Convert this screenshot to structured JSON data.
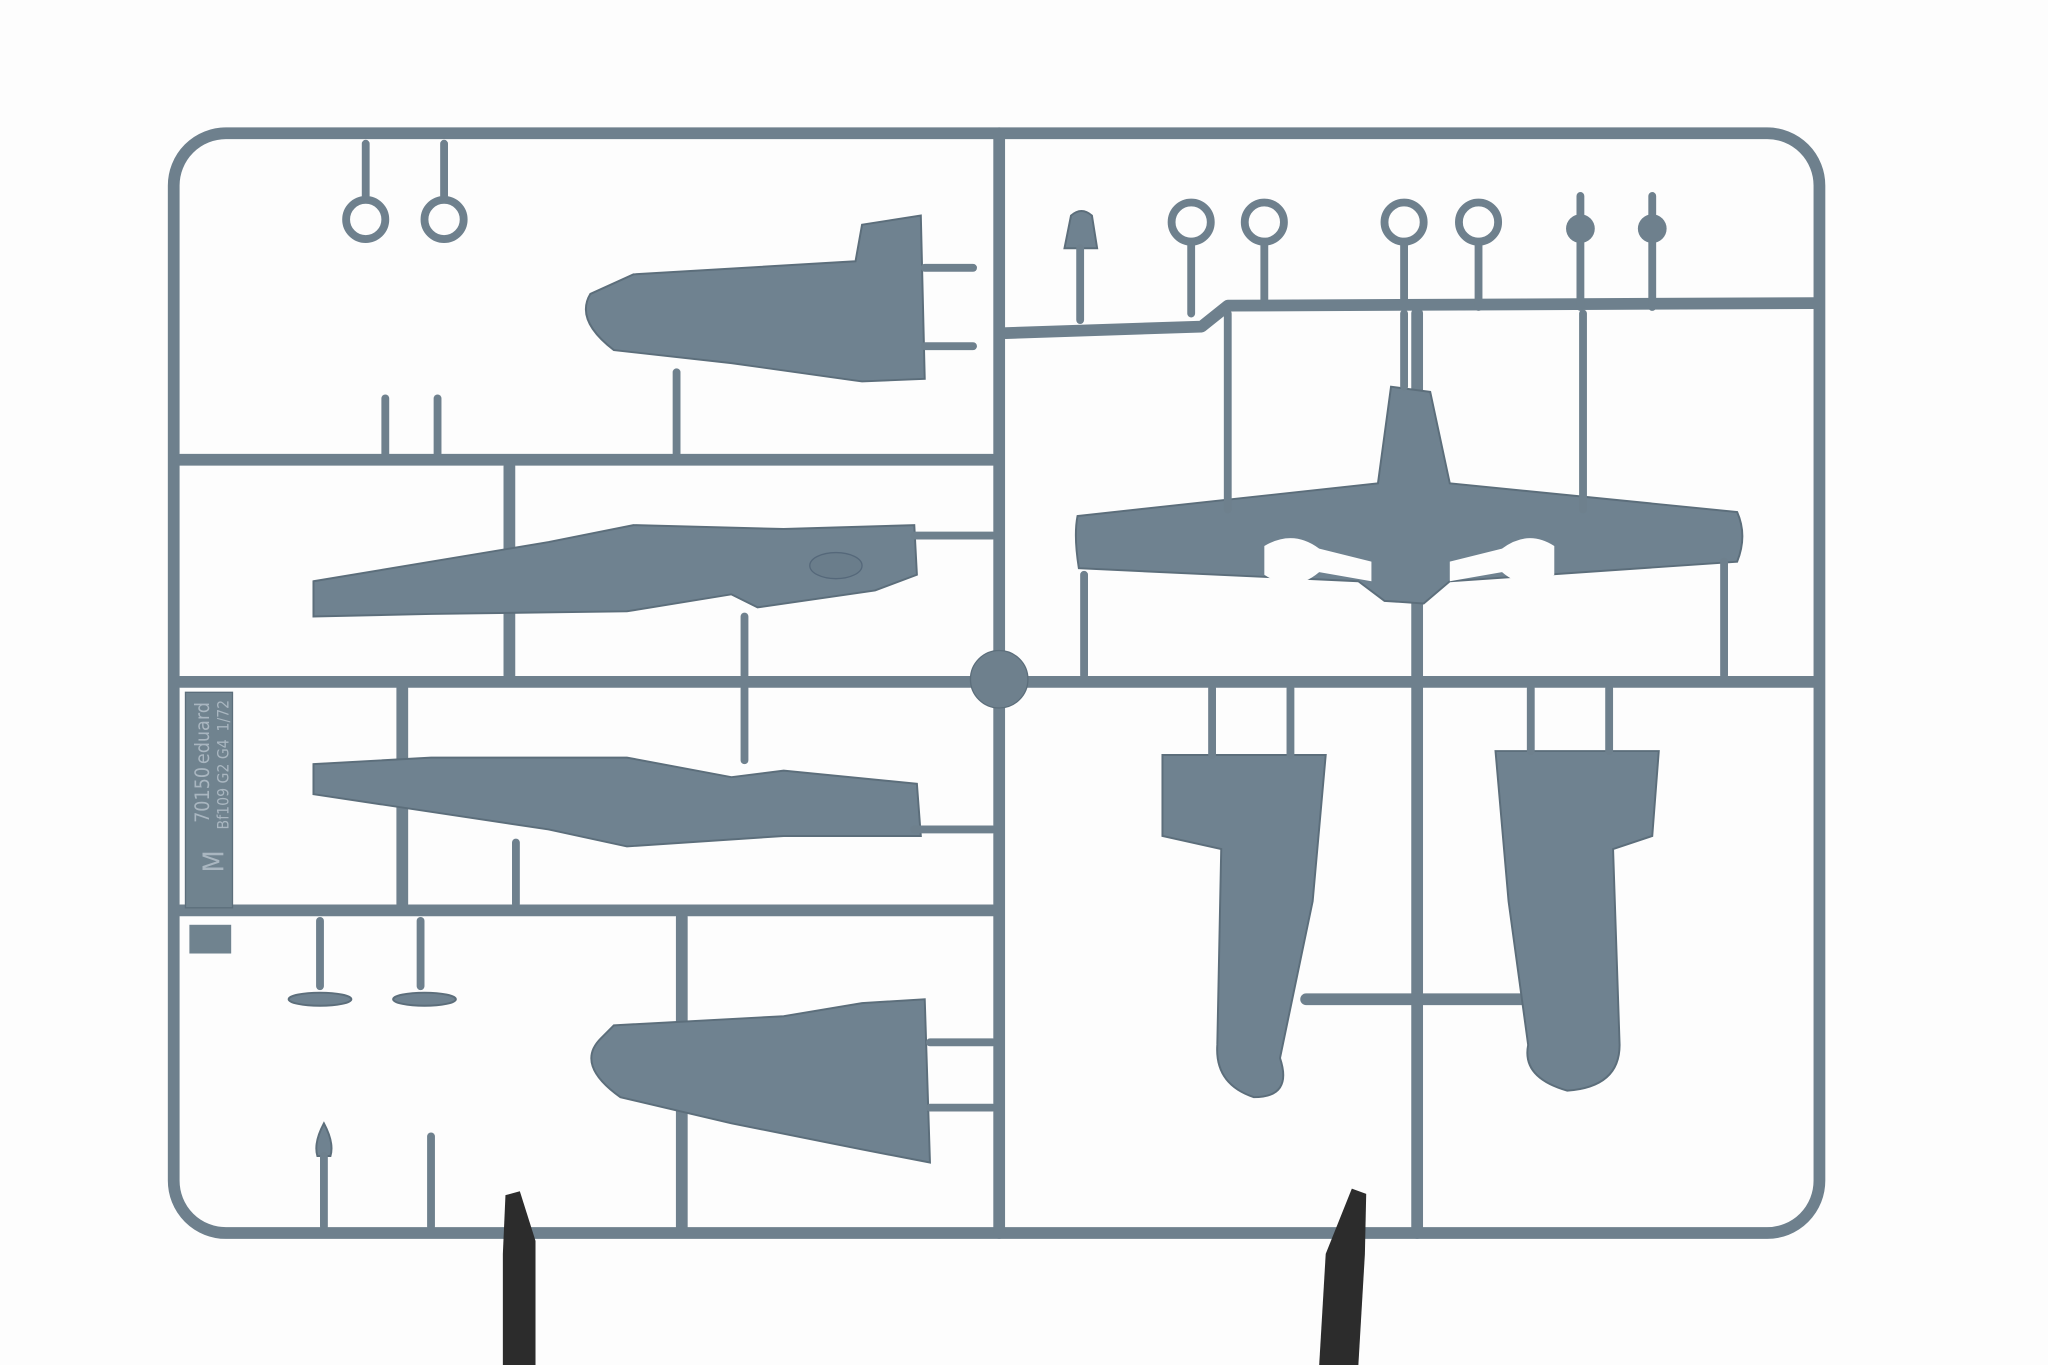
{
  "sprue": {
    "letter": "M",
    "kit_number": "70150",
    "brand": "eduard",
    "model": "Bf109 G2 G4",
    "scale": "1/72",
    "color": "#6e808d"
  }
}
